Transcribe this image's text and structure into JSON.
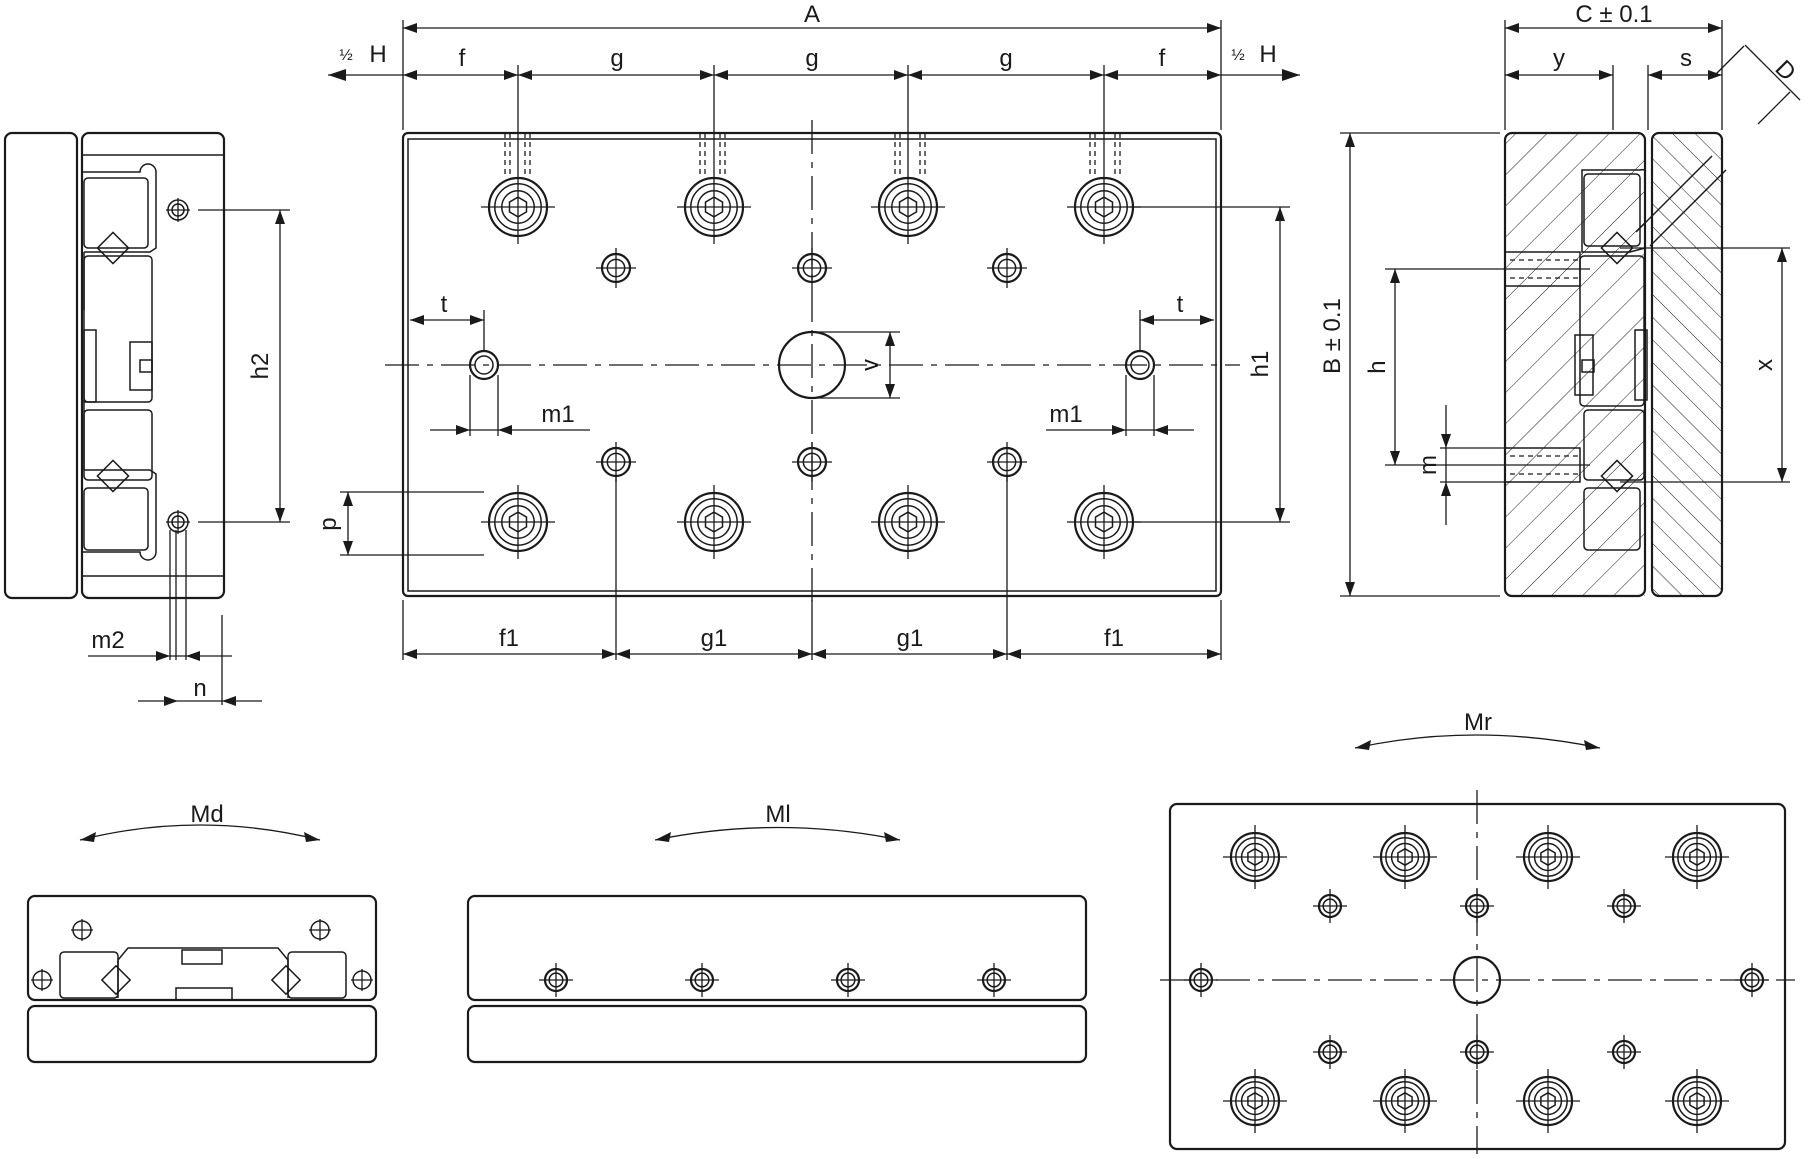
{
  "labels": {
    "A": "A",
    "half_h_left": "H",
    "half_h_right": "H",
    "half_fraction": "½",
    "f": "f",
    "g": "g",
    "t": "t",
    "m1": "m1",
    "v": "v",
    "p": "p",
    "h1": "h1",
    "h2": "h2",
    "f1": "f1",
    "g1": "g1",
    "m2": "m2",
    "n": "n",
    "C": "C ± 0.1",
    "y": "y",
    "s": "s",
    "D": "D",
    "B": "B ± 0.1",
    "h": "h",
    "m": "m",
    "x": "x",
    "Md": "Md",
    "Ml": "Ml",
    "Mr": "Mr"
  }
}
